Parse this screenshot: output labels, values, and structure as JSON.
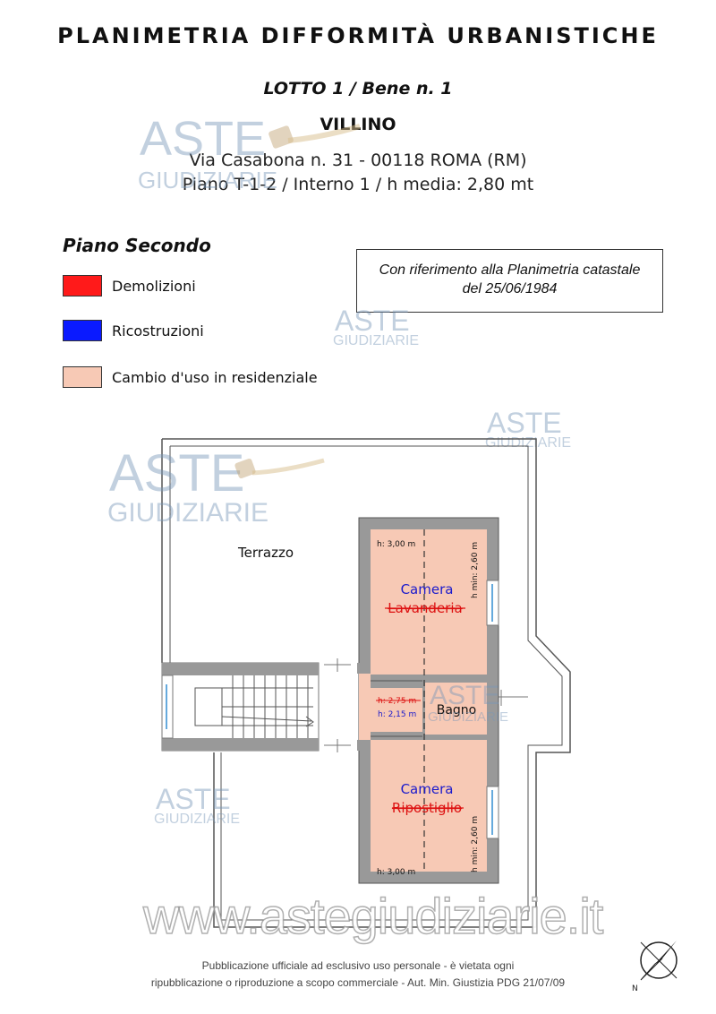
{
  "header": {
    "title": "PLANIMETRIA DIFFORMITÀ URBANISTICHE",
    "lotto": "LOTTO 1 / Bene n. 1",
    "type": "VILLINO",
    "address": "Via Casabona n. 31 - 00118 ROMA (RM)",
    "floors": "Piano T-1-2 / Interno 1 / h media: 2,80 mt"
  },
  "floor_label": "Piano Secondo",
  "legend": {
    "items": [
      {
        "label": "Demolizioni",
        "color": "#ff1a1a"
      },
      {
        "label": "Ricostruzioni",
        "color": "#0a1aff"
      },
      {
        "label": "Cambio d'uso in residenziale",
        "color": "#f7c9b5"
      }
    ]
  },
  "reference_note": {
    "line1": "Con riferimento alla Planimetria catastale",
    "line2": "del 25/06/1984"
  },
  "watermark": {
    "brand": "ASTE",
    "sub": "GIUDIZIARIE",
    "site": "www.astegiudiziarie.it"
  },
  "plan": {
    "terrace_label": "Terrazzo",
    "room_top_new": "Camera",
    "room_top_old": "Lavanderia",
    "room_bottom_new": "Camera",
    "room_bottom_old": "Ripostiglio",
    "bath_label": "Bagno",
    "h_top": "h: 3,00 m",
    "h_bottom": "h: 3,00 m",
    "hmin_top": "h min: 2,60 m",
    "hmin_bottom": "h min: 2,60 m",
    "h_hall_old": "h: 2,75 m",
    "h_hall_new": "h: 2,15 m",
    "colors": {
      "fill": "#f7c9b5",
      "wall": "#999999",
      "new_text": "#1a1acc",
      "old_text": "#dd1111"
    }
  },
  "footer": {
    "line1": "Pubblicazione ufficiale ad esclusivo uso personale - è vietata ogni",
    "line2": "ripubblicazione o riproduzione a scopo commerciale - Aut. Min. Giustizia PDG 21/07/09"
  },
  "compass_label": "N"
}
